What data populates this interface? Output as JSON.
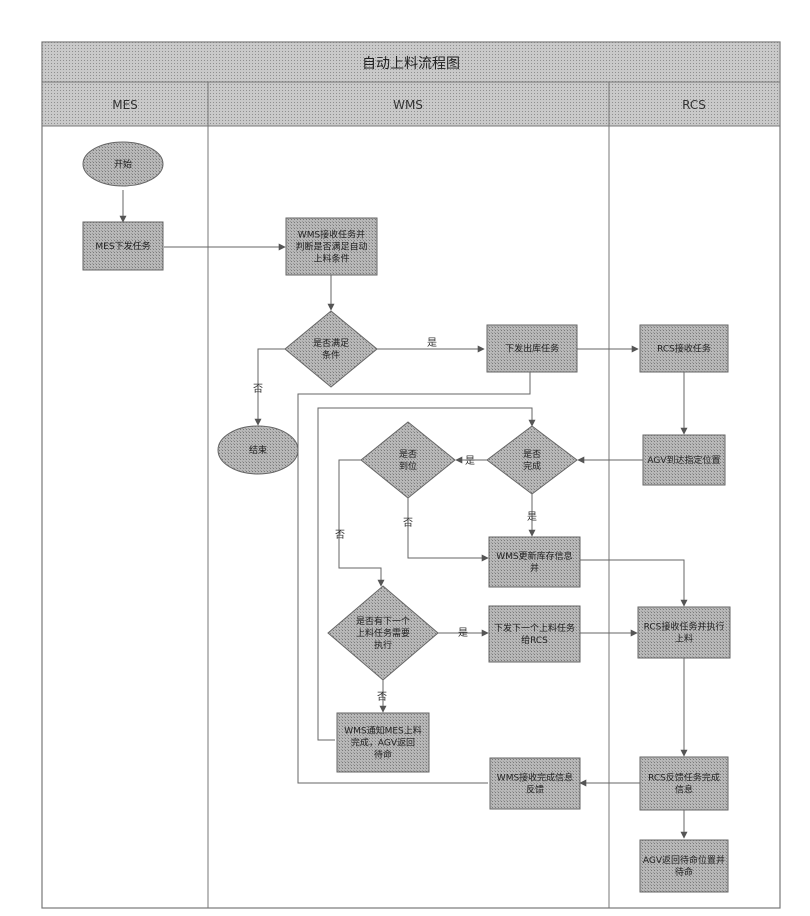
{
  "diagram": {
    "title": "自动上料流程图",
    "lanes": [
      {
        "id": "mes",
        "label": "MES"
      },
      {
        "id": "wms",
        "label": "WMS"
      },
      {
        "id": "rcs",
        "label": "RCS"
      }
    ],
    "nodes": [
      {
        "id": "start",
        "shape": "ellipse",
        "lines": [
          "开始"
        ]
      },
      {
        "id": "mes_send",
        "shape": "rect",
        "lines": [
          "MES下发任务"
        ]
      },
      {
        "id": "wms_recv",
        "shape": "rect",
        "lines": [
          "WMS接收任务并",
          "判断是否满足自动",
          "上料条件"
        ]
      },
      {
        "id": "d1",
        "shape": "diamond",
        "lines": [
          "是否满足",
          "条件"
        ]
      },
      {
        "id": "end",
        "shape": "ellipse",
        "lines": [
          "结束"
        ]
      },
      {
        "id": "w1",
        "shape": "rect",
        "lines": [
          "下发出库任务"
        ]
      },
      {
        "id": "r1",
        "shape": "rect",
        "lines": [
          "RCS接收任务"
        ]
      },
      {
        "id": "r2",
        "shape": "rect",
        "lines": [
          "AGV到达指定位置"
        ]
      },
      {
        "id": "d2",
        "shape": "diamond",
        "lines": [
          "是否",
          "到位"
        ]
      },
      {
        "id": "d3",
        "shape": "diamond",
        "lines": [
          "是否",
          "完成"
        ]
      },
      {
        "id": "w2",
        "shape": "rect",
        "lines": [
          "WMS更新库存信息",
          "并"
        ]
      },
      {
        "id": "d4",
        "shape": "diamond",
        "lines": [
          "是否有下一个",
          "上料任务需要",
          "执行"
        ]
      },
      {
        "id": "w3",
        "shape": "rect",
        "lines": [
          "下发下一个上料任务",
          "给RCS"
        ]
      },
      {
        "id": "w4",
        "shape": "rect",
        "lines": [
          "WMS通知MES上料",
          "完成，AGV返回",
          "待命"
        ]
      },
      {
        "id": "w5",
        "shape": "rect",
        "lines": [
          "WMS接收完成信息",
          "反馈"
        ]
      },
      {
        "id": "r3",
        "shape": "rect",
        "lines": [
          "RCS接收任务并执行",
          "上料"
        ]
      },
      {
        "id": "r4",
        "shape": "rect",
        "lines": [
          "RCS反馈任务完成",
          "信息"
        ]
      },
      {
        "id": "r5",
        "shape": "rect",
        "lines": [
          "AGV返回待命位置并",
          "待命"
        ]
      }
    ],
    "edge_labels": [
      {
        "id": "d1_yes",
        "text": "是"
      },
      {
        "id": "d1_no",
        "text": "否"
      },
      {
        "id": "d2_yes",
        "text": "是"
      },
      {
        "id": "d2_no",
        "text": "否"
      },
      {
        "id": "d3_yes",
        "text": "是"
      },
      {
        "id": "d2_no2",
        "text": "否"
      },
      {
        "id": "d4_yes",
        "text": "是"
      },
      {
        "id": "d4_no",
        "text": "否"
      }
    ],
    "colors": {
      "fill": "#b4b4b4",
      "header": "#c4c4c4",
      "line": "#666666",
      "text": "#222222"
    }
  }
}
